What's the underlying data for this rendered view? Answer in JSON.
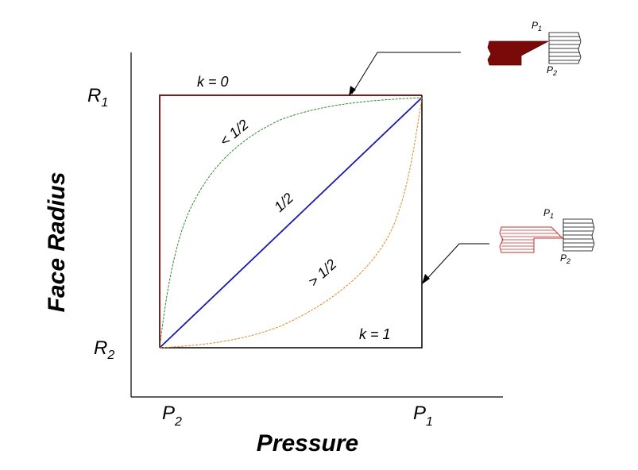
{
  "axes": {
    "x_title": "Pressure",
    "y_title": "Face Radius",
    "x_ticks": [
      {
        "main": "P",
        "sub": "2"
      },
      {
        "main": "P",
        "sub": "1"
      }
    ],
    "y_ticks": [
      {
        "main": "R",
        "sub": "1"
      },
      {
        "main": "R",
        "sub": "2"
      }
    ]
  },
  "labels": {
    "k0": "k = 0",
    "k1": "k = 1",
    "less_half": "< 1/2",
    "half": "1/2",
    "greater_half": "> 1/2"
  },
  "insets": {
    "top": {
      "p_top": {
        "main": "P",
        "sub": "1"
      },
      "p_bottom": {
        "main": "P",
        "sub": "2"
      }
    },
    "bottom": {
      "p_top": {
        "main": "P",
        "sub": "1"
      },
      "p_bottom": {
        "main": "P",
        "sub": "2"
      }
    }
  },
  "colors": {
    "k0_line": "#8b1a1a",
    "k1_line": "#000000",
    "half_line": "#1a1aaa",
    "less_half_curve": "#2e8b2e",
    "greater_half_curve": "#e08a20",
    "seal_solid": "#7a0a0a",
    "seal_hatched": "#c03030"
  }
}
